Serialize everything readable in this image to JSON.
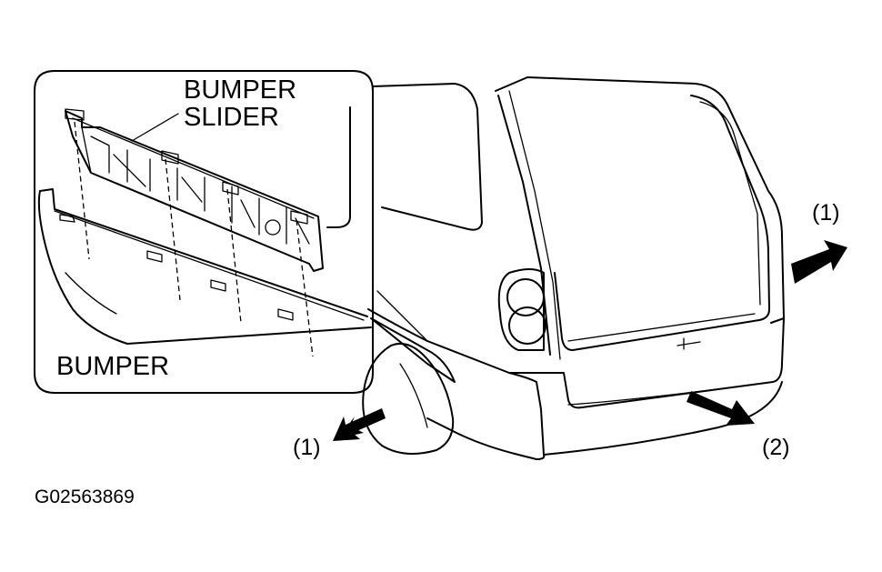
{
  "labels": {
    "bumper_slider_line1": "BUMPER",
    "bumper_slider_line2": "SLIDER",
    "bumper": "BUMPER",
    "arrow_left": "(1)",
    "arrow_right": "(1)",
    "arrow_bottom": "(2)",
    "figure_code": "G02563869"
  },
  "colors": {
    "ink": "#000000",
    "paper": "#ffffff"
  }
}
